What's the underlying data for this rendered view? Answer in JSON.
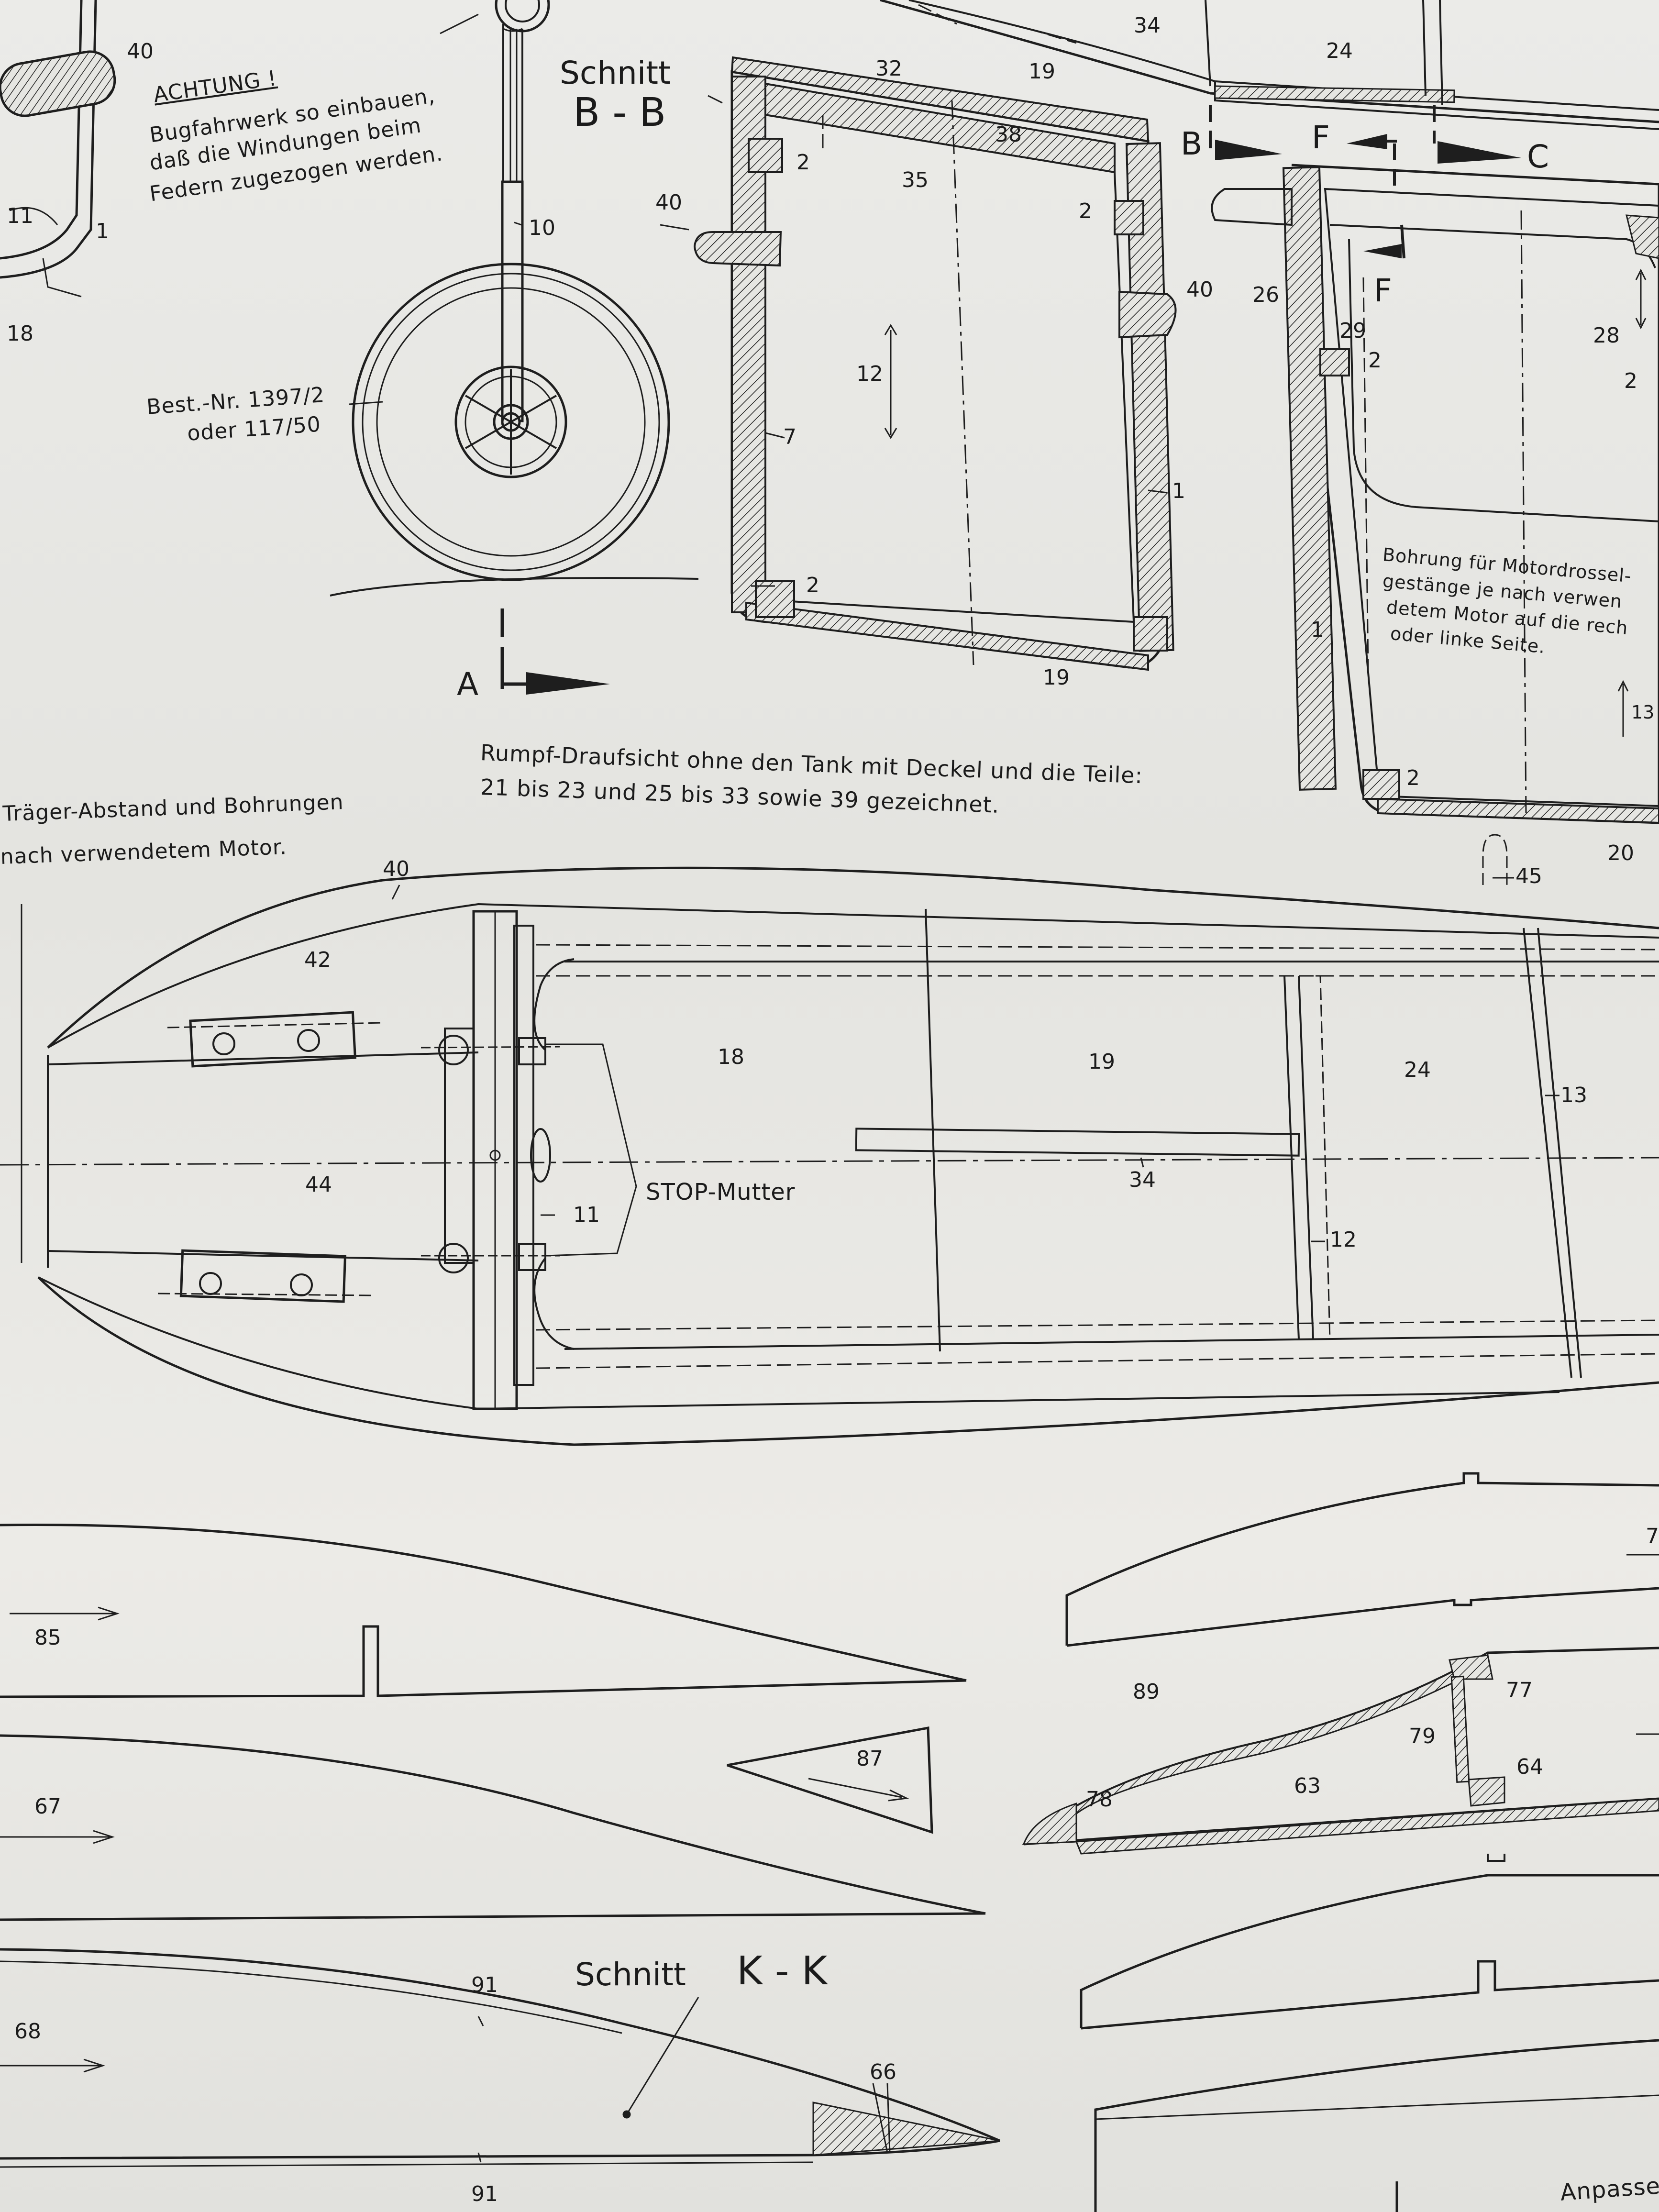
{
  "top_left": {
    "label_40": "40",
    "label_11": "11",
    "label_1": "1",
    "label_18": "18",
    "achtung_title": "ACHTUNG !",
    "achtung_line1": "Bugfahrwerk so einbauen,",
    "achtung_line2": "daß die Windungen beim",
    "achtung_line3": "Federn zugezogen werden.",
    "label_10": "10",
    "best_nr_line1": "Best.-Nr. 1397/2",
    "best_nr_line2": "oder 117/50",
    "section_a": "A"
  },
  "section_bb": {
    "title_line1": "Schnitt",
    "title_line2": "B - B",
    "label_32": "32",
    "label_19_top": "19",
    "label_34": "34",
    "label_38": "38",
    "label_35": "35",
    "label_2_a": "2",
    "label_2_b": "2",
    "label_2_c": "2",
    "label_40_left": "40",
    "label_40_right": "40",
    "label_12": "12",
    "label_7": "7",
    "label_1": "1",
    "label_19_bottom": "19"
  },
  "section_right": {
    "label_24": "24",
    "marker_b": "B",
    "marker_f_top": "F",
    "marker_c": "C",
    "marker_f_low": "F",
    "label_26": "26",
    "label_29": "29",
    "label_2_a": "2",
    "label_28": "28",
    "label_2_b": "2",
    "note_line1": "Bohrung für Motordrossel-",
    "note_line2": "gestänge je nach verwen",
    "note_line3": "detem Motor auf die rech",
    "note_line4": "oder linke Seite.",
    "label_1": "1",
    "label_13": "13",
    "label_2_c": "2",
    "label_20": "20",
    "label_45": "45"
  },
  "caption": {
    "line1": "Rumpf-Draufsicht ohne den Tank mit Deckel und die Teile:",
    "line2": "21 bis 23 und 25 bis 33 sowie 39 gezeichnet."
  },
  "fuselage_top": {
    "note_line1": "Träger-Abstand und Bohrungen",
    "note_line2": "nach verwendetem Motor.",
    "label_40": "40",
    "label_42": "42",
    "label_44": "44",
    "label_11": "11",
    "stop_mutter": "STOP-Mutter",
    "label_18": "18",
    "label_19": "19",
    "label_34": "34",
    "label_24": "24",
    "label_13": "13",
    "label_12": "12"
  },
  "lower_parts": {
    "label_85": "85",
    "label_87": "87",
    "label_67": "67",
    "label_68": "68",
    "label_91_top": "91",
    "label_91_bottom": "91",
    "label_66": "66",
    "section_kk_word": "Schnitt",
    "section_kk_letters": "K - K"
  },
  "wing_ribs": {
    "label_7": "7",
    "label_89": "89",
    "label_77": "77",
    "label_79": "79",
    "label_64": "64",
    "label_78": "78",
    "label_63": "63",
    "anpasse": "Anpasse"
  }
}
